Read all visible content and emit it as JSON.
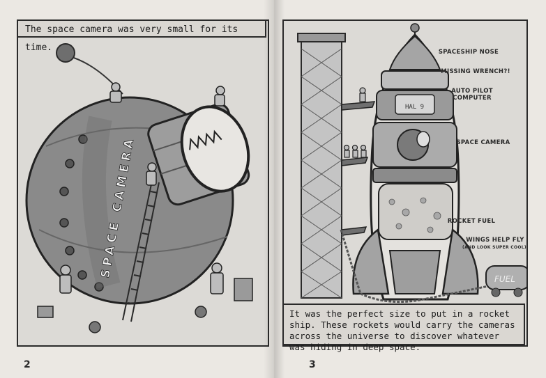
{
  "left_page": {
    "caption": "The space camera was very small for its time.",
    "camera_text": "SPACE CAMERA",
    "page_number": "2"
  },
  "right_page": {
    "labels": {
      "nose": "SPACESHIP NOSE",
      "wrench": "MISSING WRENCH?!",
      "autopilot_line1": "AUTO PILOT",
      "autopilot_line2": "COMPUTER",
      "camera": "SPACE CAMERA",
      "fuel": "ROCKET FUEL",
      "wings": "WINGS HELP FLY",
      "wings_note": "(AND LOOK SUPER COOL)",
      "truck": "FUEL",
      "computer_screen": "HAL 9"
    },
    "caption": "It was the perfect size to put in a rocket ship. These rockets would carry the cameras across the universe to discover whatever was hiding in deep space.",
    "page_number": "3"
  }
}
